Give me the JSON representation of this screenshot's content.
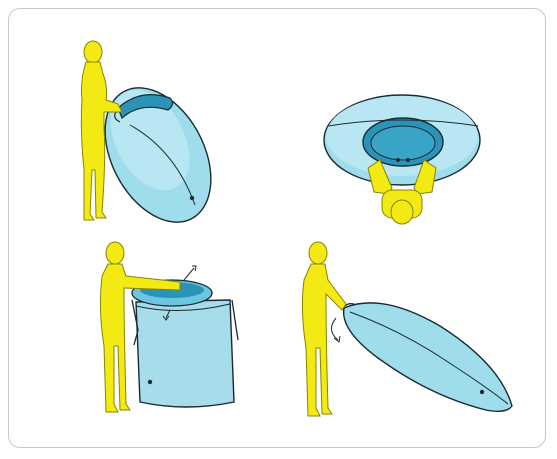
{
  "colors": {
    "figure": "#f2ea12",
    "figure_outline": "#8a8400",
    "pool_light": "#9fdcec",
    "pool_mid": "#6cc6e0",
    "pool_dark": "#2c93b8",
    "pool_rim": "#3a8fae",
    "outline": "#1a2a33",
    "frame_border": "#c8c8c8"
  },
  "panels": [
    {
      "id": "step-1",
      "description_icon": "person-lifting-pool-icon"
    },
    {
      "id": "step-2",
      "description_icon": "person-holding-ring-top-view-icon"
    },
    {
      "id": "step-3",
      "description_icon": "person-opening-bag-icon"
    },
    {
      "id": "step-4",
      "description_icon": "person-rotating-pool-icon"
    }
  ]
}
